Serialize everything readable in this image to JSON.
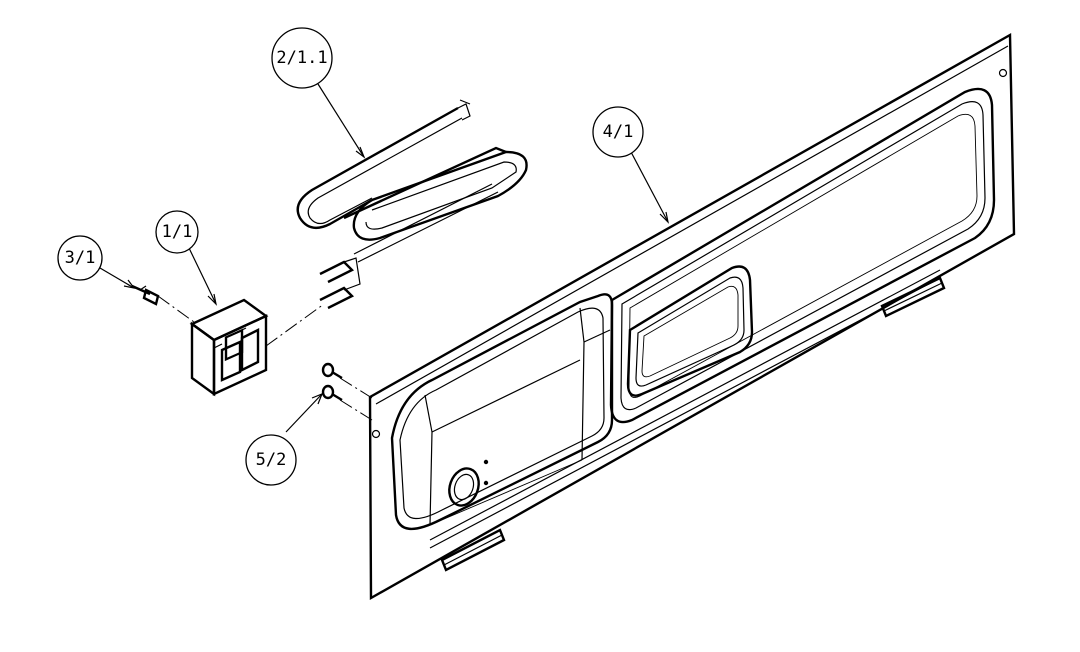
{
  "callouts": {
    "heater": "2/1.1",
    "panel": "4/1",
    "switch_box": "1/1",
    "screw": "3/1",
    "fasteners": "5/2"
  }
}
